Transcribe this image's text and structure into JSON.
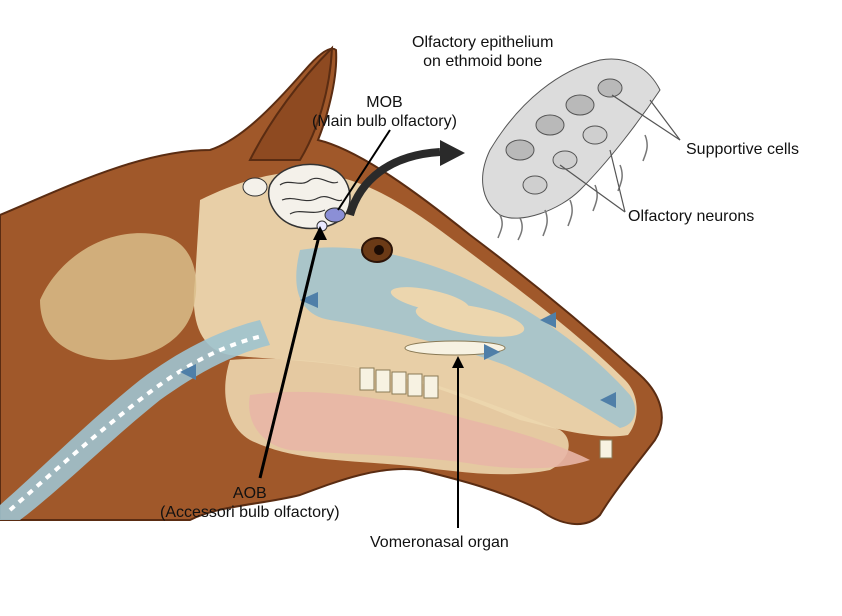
{
  "labels": {
    "mob_line1": "MOB",
    "mob_line2": "(Main bulb olfactory)",
    "epi_line1": "Olfactory epithelium",
    "epi_line2": "on ethmoid bone",
    "supportive": "Supportive cells",
    "neurons": "Olfactory neurons",
    "aob_line1": "AOB",
    "aob_line2": "(Accessori bulb olfactory)",
    "vomeronasal": "Vomeronasal organ"
  },
  "colors": {
    "coat": "#a0582a",
    "coat_dark": "#7a3f1c",
    "bone": "#ecd6ae",
    "bone_shade": "#d9bd8a",
    "airway": "#9fc3cf",
    "airway_arrow": "#4f7fa8",
    "mouth": "#e8b6a6",
    "brain": "#f4f1ea",
    "cell_grey": "#b9b9b9"
  }
}
